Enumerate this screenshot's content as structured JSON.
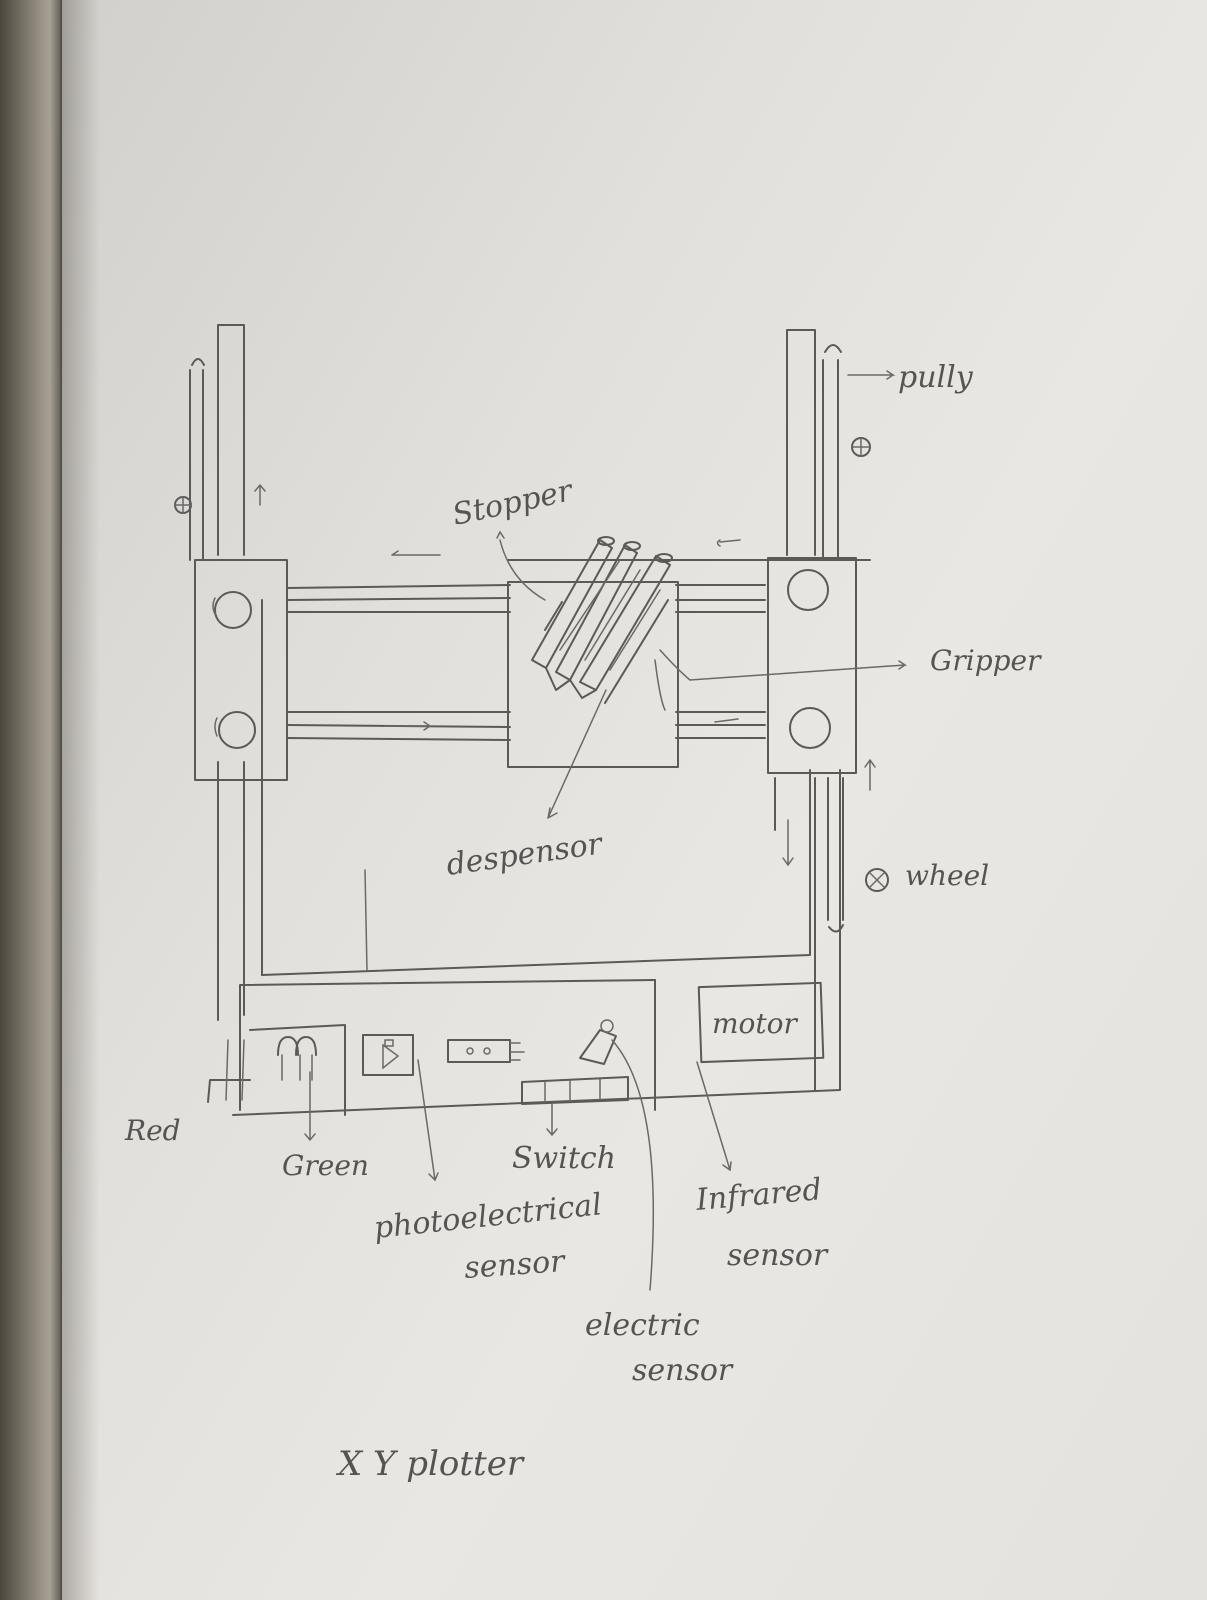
{
  "labels": {
    "pulley": "pully",
    "stopper": "Stopper",
    "gripper": "Gripper",
    "dispenser": "despensor",
    "wheel": "wheel",
    "motor": "motor",
    "red": "Red",
    "green": "Green",
    "switch": "Switch",
    "photoelectrical_sensor_line1": "photoelectrical",
    "photoelectrical_sensor_line2": "sensor",
    "infrared_sensor_line1": "Infrared",
    "infrared_sensor_line2": "sensor",
    "electric_sensor_line1": "electric",
    "electric_sensor_line2": "sensor",
    "caption": "X Y plotter"
  },
  "colors": {
    "paper": "#e6e4e0",
    "pencil": "#5b5a58",
    "binding": "#6e6a5f"
  }
}
